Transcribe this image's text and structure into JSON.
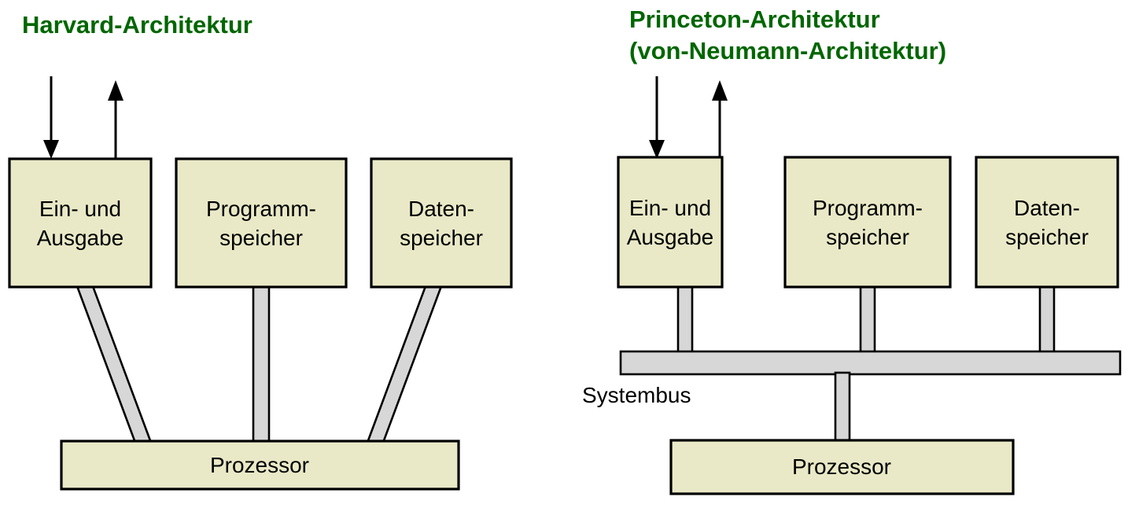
{
  "diagram": {
    "title_color": "#006600",
    "box_fill": "#e9e9c7",
    "bus_fill": "#d7d7d7",
    "outline_color": "#000000",
    "left": {
      "title": "Harvard-Architektur",
      "boxes": [
        {
          "line1": "Ein- und",
          "line2": "Ausgabe"
        },
        {
          "line1": "Programm-",
          "line2": "speicher"
        },
        {
          "line1": "Daten-",
          "line2": "speicher"
        }
      ],
      "processor": "Prozessor"
    },
    "right": {
      "title_line1": "Princeton-Architektur",
      "title_line2": "(von-Neumann-Architektur)",
      "boxes": [
        {
          "line1": "Ein- und",
          "line2": "Ausgabe"
        },
        {
          "line1": "Programm-",
          "line2": "speicher"
        },
        {
          "line1": "Daten-",
          "line2": "speicher"
        }
      ],
      "bus_label": "Systembus",
      "processor": "Prozessor"
    }
  }
}
